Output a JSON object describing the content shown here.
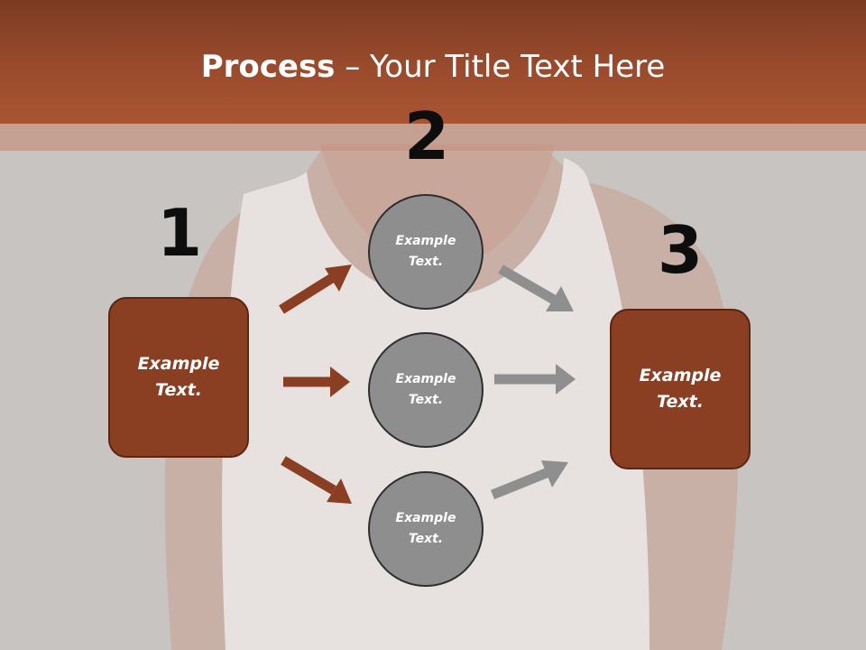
{
  "slide": {
    "title_bold": "Process",
    "title_rest": " – Your Title Text Here"
  },
  "steps": {
    "n1": "1",
    "n2": "2",
    "n3": "3"
  },
  "boxes": {
    "left": "Example\nText.",
    "right": "Example\nText."
  },
  "circles": {
    "top": "Example\nText.",
    "middle": "Example\nText.",
    "bottom": "Example\nText."
  },
  "colors": {
    "header": "#9a4b2c",
    "box_fill": "#8a3e22",
    "circle_fill": "#8e8e8e",
    "arrow_brown": "#8a3e22",
    "arrow_gray": "#8f8f8f",
    "background": "#c8c4c1"
  }
}
